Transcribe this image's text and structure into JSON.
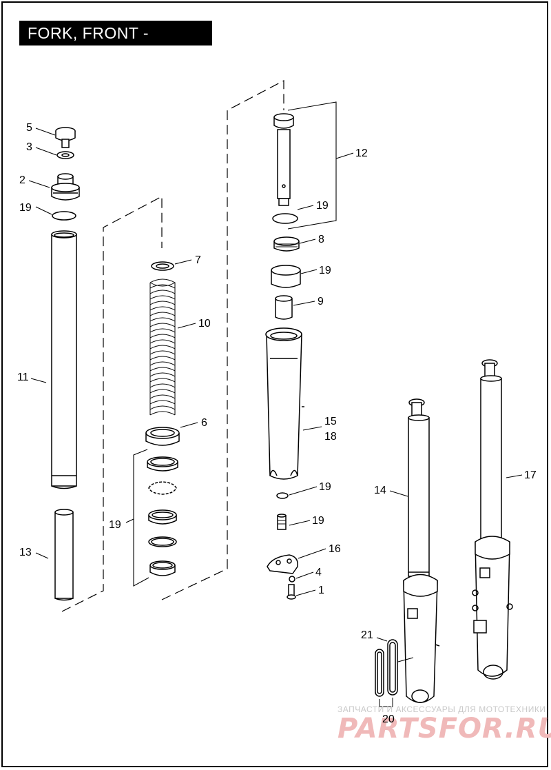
{
  "title": "FORK, FRONT - FXCWC",
  "watermark": {
    "line1": "ЗАПЧАСТИ И АКСЕССУАРЫ ДЛЯ МОТОТЕХНИКИ",
    "line2": "PARTSFOR.RU"
  },
  "callouts": {
    "c1": "1",
    "c2": "2",
    "c3": "3",
    "c4": "4",
    "c5": "5",
    "c6": "6",
    "c7": "7",
    "c8": "8",
    "c9": "9",
    "c10": "10",
    "c11": "11",
    "c12": "12",
    "c13": "13",
    "c14": "14",
    "c15": "15",
    "c16": "16",
    "c17": "17",
    "c18": "18",
    "c19a": "19",
    "c19b": "19",
    "c19c": "19",
    "c19d": "19",
    "c19e": "19",
    "c19f": "19",
    "c20": "20",
    "c21": "21"
  }
}
